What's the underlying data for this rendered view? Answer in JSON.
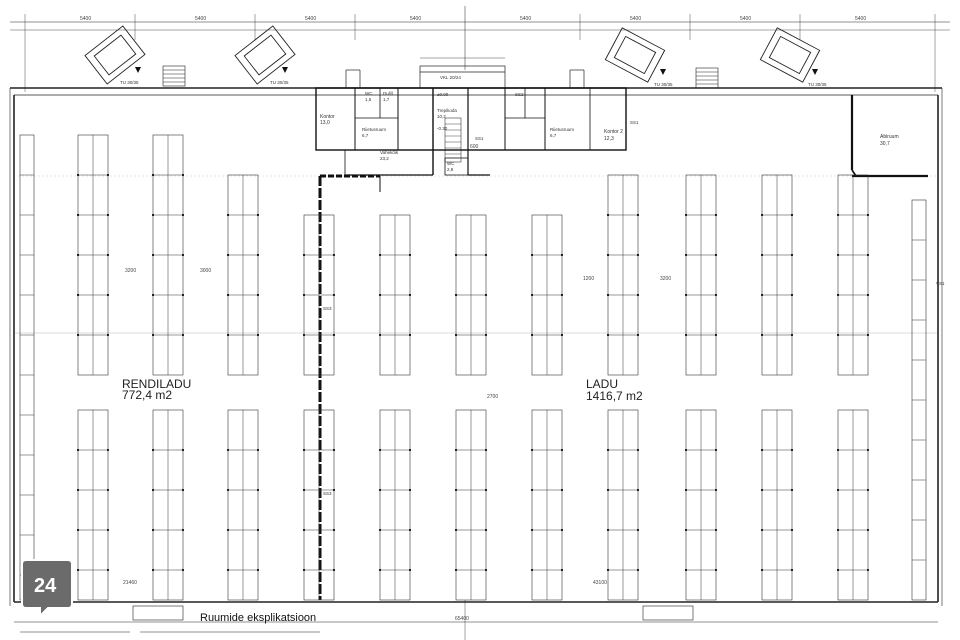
{
  "rooms": {
    "rendiladu": {
      "name": "RENDILADU",
      "area": "772,4 m2"
    },
    "ladu": {
      "name": "LADU",
      "area": "1416,7 m2"
    },
    "abiruum": {
      "name": "Abiruum",
      "area": "30,7"
    },
    "kontor1": {
      "name": "Kontor",
      "area": "13,0"
    },
    "kontor2": {
      "name": "Kontor 2",
      "area": "12,3"
    },
    "olmeruum1": {
      "name": "Riietusruum",
      "area": "6,7"
    },
    "olmeruum2": {
      "name": "Riietusruum",
      "area": "6,7"
    },
    "vahekoda": {
      "name": "Vahekõik",
      "area": "23,2"
    },
    "trepikoda": {
      "name": "Trepikoda",
      "area": "10,2"
    },
    "wc": {
      "name": "WC",
      "area": "2,8"
    },
    "dush1": {
      "name": "Dušš",
      "area": "1,7"
    },
    "wc1": {
      "name": "WC",
      "area": "1,5"
    }
  },
  "labels": {
    "gate1": "TU 30/35",
    "gate2": "TU 30/35",
    "gate3": "TU 30/35",
    "gate4": "TU 30/35",
    "vk_door": "VKL 20/24",
    "level_plus": "±0.00",
    "level_minus": "-0.30",
    "ss1": "SS1",
    "ss2": "SS2",
    "ss3": "SS3",
    "ss1b": "SS1",
    "vs1": "VS1",
    "footer_title": "Ruumide eksplikatsioon"
  },
  "dimensions": {
    "top_5400": "5400",
    "d3200": "3200",
    "d3000": "3000",
    "d1200": "1200",
    "d2700": "2700",
    "d21460": "21460",
    "d43100": "43100",
    "d65400": "65400",
    "d600": "600"
  },
  "logo": {
    "text": "24",
    "color": "#6b6b6b"
  },
  "colors": {
    "ink": "#1a1a1a",
    "wall": "#111111",
    "rack": "#333333",
    "light": "#888888"
  }
}
